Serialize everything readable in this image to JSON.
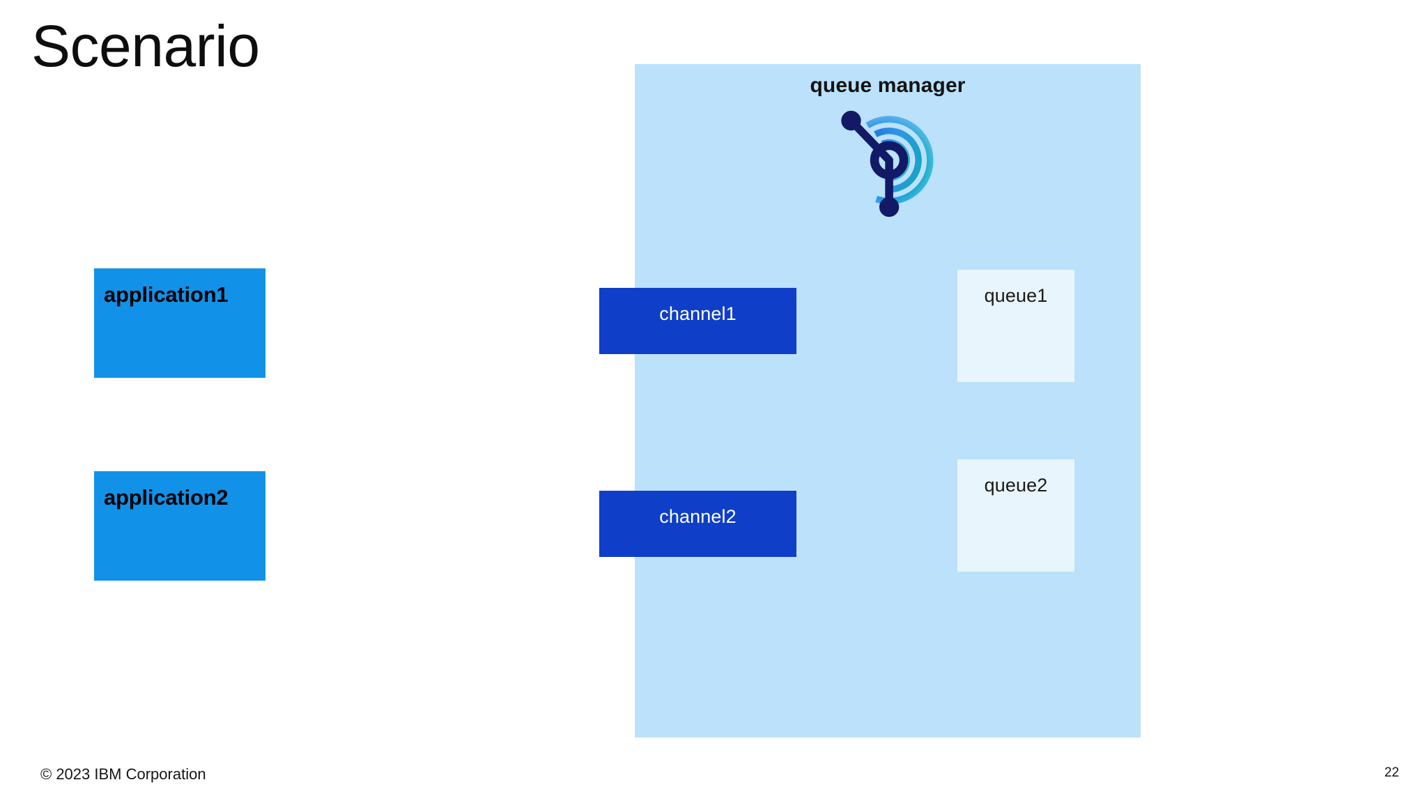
{
  "slide": {
    "title": "Scenario",
    "background_color": "#ffffff"
  },
  "queue_manager": {
    "title": "queue manager",
    "panel_color": "#bbe1fb",
    "icon_name": "ibm-mq-icon"
  },
  "applications": [
    {
      "label": "application1",
      "color": "#1192e8"
    },
    {
      "label": "application2",
      "color": "#1192e8"
    }
  ],
  "channels": [
    {
      "label": "channel1",
      "color": "#0f3ec9"
    },
    {
      "label": "channel2",
      "color": "#0f3ec9"
    }
  ],
  "queues": [
    {
      "label": "queue1",
      "color": "#e9f5fc"
    },
    {
      "label": "queue2",
      "color": "#e9f5fc"
    }
  ],
  "footer": {
    "copyright": "© 2023 IBM Corporation",
    "page_number": "22"
  },
  "palette": {
    "accent_blue": "#1192e8",
    "deep_blue": "#0f3ec9",
    "panel_blue": "#bbe1fb",
    "queue_white": "#e9f5fc",
    "icon_navy": "#121a66",
    "icon_cyan": "#00a0b4",
    "icon_bright_blue": "#1f7aeb"
  }
}
